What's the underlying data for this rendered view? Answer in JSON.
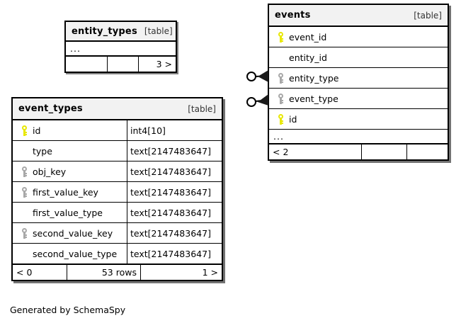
{
  "diagram": {
    "caption": "Generated by SchemaSpy",
    "table_tag": "[table]",
    "ellipsis": "..."
  },
  "tables": {
    "entity_types": {
      "name": "entity_types",
      "tag": "[table]",
      "ellipsis": "...",
      "footer": [
        "",
        "",
        "3 >"
      ]
    },
    "event_types": {
      "name": "event_types",
      "tag": "[table]",
      "columns": [
        {
          "key": "primary",
          "name": "id",
          "type": "int4[10]"
        },
        {
          "key": "none",
          "name": "type",
          "type": "text[2147483647]"
        },
        {
          "key": "foreign",
          "name": "obj_key",
          "type": "text[2147483647]"
        },
        {
          "key": "foreign",
          "name": "first_value_key",
          "type": "text[2147483647]"
        },
        {
          "key": "none",
          "name": "first_value_type",
          "type": "text[2147483647]"
        },
        {
          "key": "foreign",
          "name": "second_value_key",
          "type": "text[2147483647]"
        },
        {
          "key": "none",
          "name": "second_value_type",
          "type": "text[2147483647]"
        }
      ],
      "footer": [
        "< 0",
        "53 rows",
        "1 >"
      ]
    },
    "events": {
      "name": "events",
      "tag": "[table]",
      "columns": [
        {
          "key": "primary",
          "name": "event_id"
        },
        {
          "key": "none",
          "name": "entity_id"
        },
        {
          "key": "foreign",
          "name": "entity_type"
        },
        {
          "key": "foreign",
          "name": "event_type"
        },
        {
          "key": "primary",
          "name": "id"
        }
      ],
      "ellipsis": "...",
      "footer": [
        "< 2",
        "",
        ""
      ]
    }
  },
  "relationships": [
    {
      "id": "rel-entity-type",
      "target_column": "entity_type",
      "cardinality": "zero-or-more"
    },
    {
      "id": "rel-event-type",
      "target_column": "event_type",
      "cardinality": "zero-or-more"
    }
  ]
}
